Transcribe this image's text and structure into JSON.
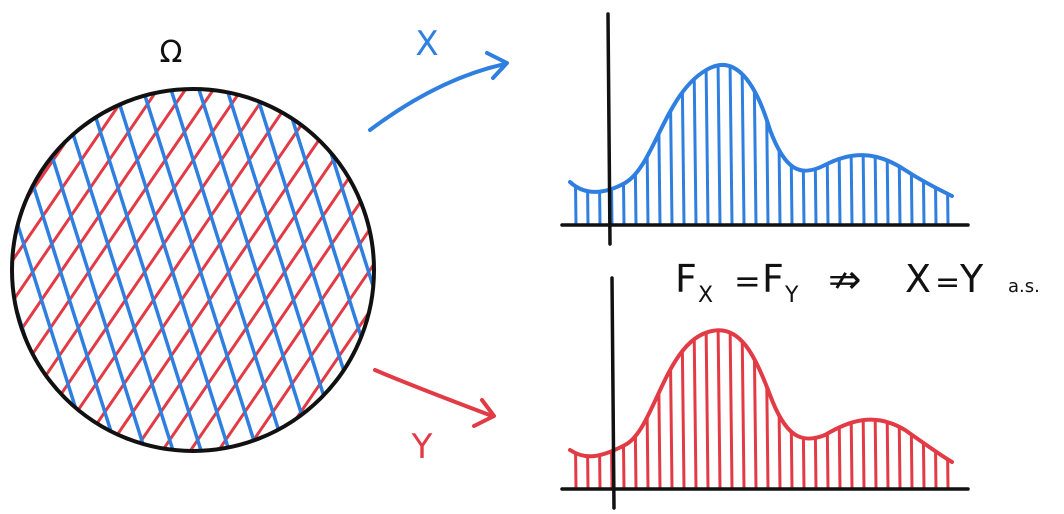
{
  "colors": {
    "x_color": "#2f7fe0",
    "y_color": "#e23b45",
    "ink": "#111111"
  },
  "labels": {
    "sample_space": "Ω",
    "var_x": "X",
    "var_y": "Y",
    "cdf_x_base": "F",
    "cdf_x_sub": "X",
    "equals_1": "=",
    "cdf_y_base": "F",
    "cdf_y_sub": "Y",
    "not_implies": "⇏",
    "x_eq": "X",
    "equals_2": "=",
    "y_eq": "Y",
    "as": "a.s."
  }
}
